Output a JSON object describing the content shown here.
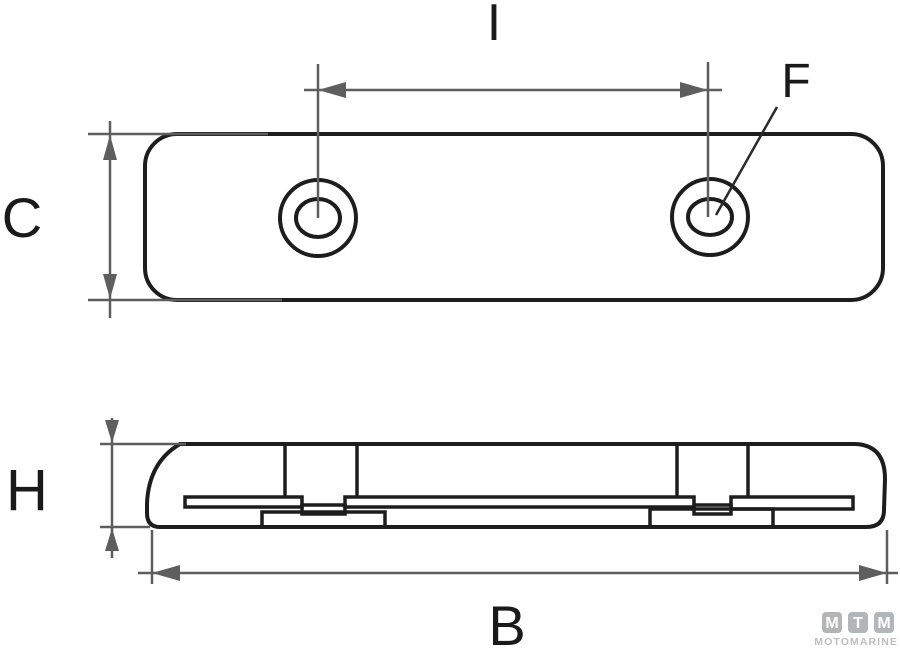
{
  "labels": {
    "i": "I",
    "c": "C",
    "f": "F",
    "h": "H",
    "b": "B"
  },
  "logo": {
    "letters": [
      "M",
      "T",
      "M"
    ],
    "subtitle": "MOTOMARINE"
  },
  "colors": {
    "outline": "#1d1d1d",
    "dimension": "#5e5e5e",
    "label_text": "#1a1a1a",
    "logo_gray": "#b3b6b8",
    "logo_text_gray": "#bcbec0",
    "background": "#ffffff"
  }
}
